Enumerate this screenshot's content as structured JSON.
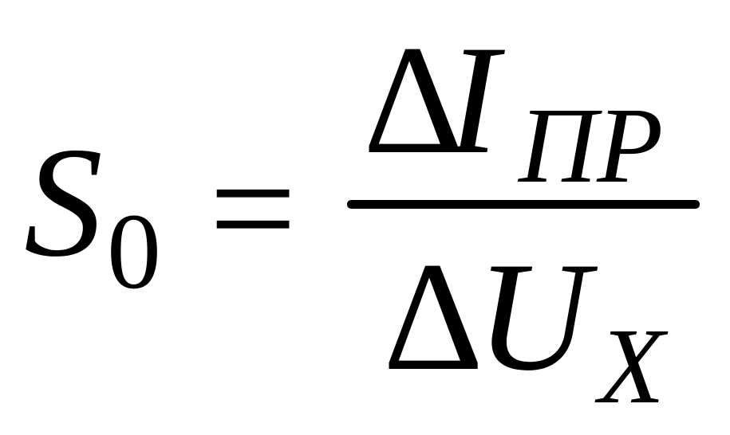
{
  "formula": {
    "lhs": {
      "symbol": "S",
      "subscript": "0"
    },
    "operator": "=",
    "numerator": {
      "delta": "Δ",
      "symbol": "I",
      "subscript": "ПР"
    },
    "denominator": {
      "delta": "Δ",
      "symbol": "U",
      "subscript": "X"
    }
  }
}
